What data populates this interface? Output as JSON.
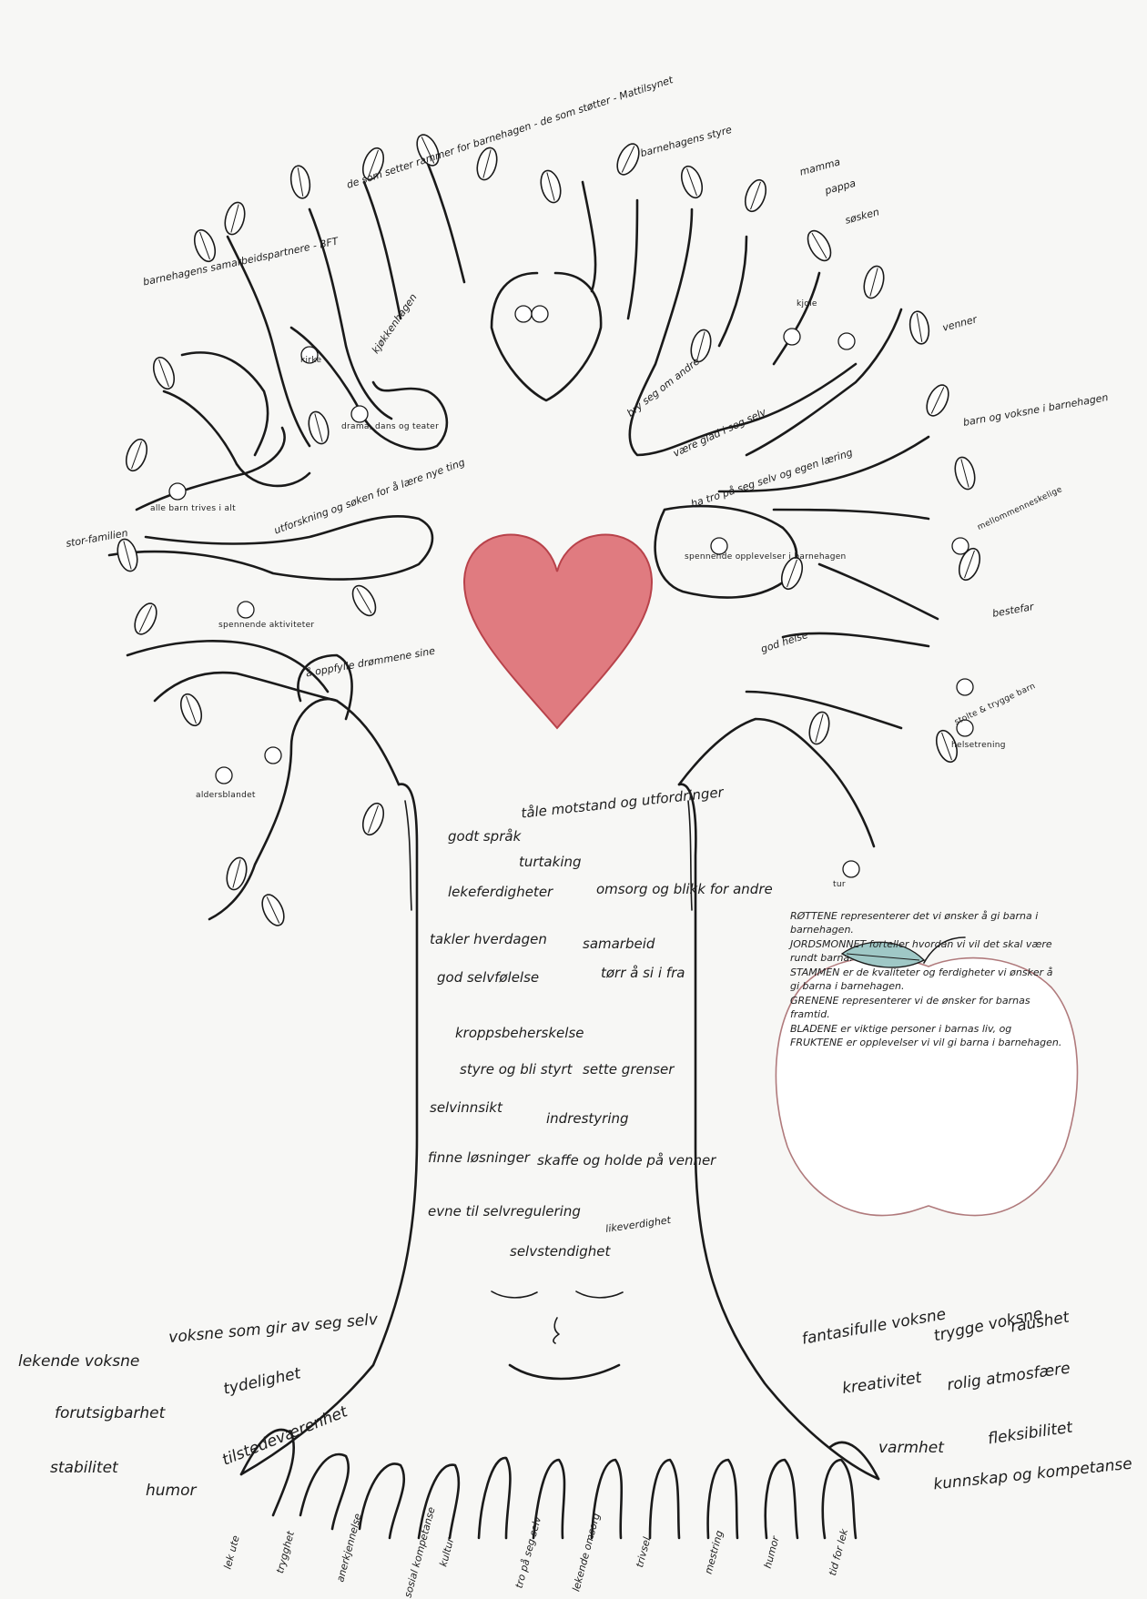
{
  "colors": {
    "ink": "#1a1a1a",
    "heart_fill": "#e07b80",
    "heart_stroke": "#b8424a",
    "apple_stroke": "#b07a7c",
    "apple_leaf": "#9fc8c6",
    "paper": "#f7f7f5"
  },
  "icons": [
    "tree-drawing",
    "heart-icon",
    "apple-icon",
    "face-icon"
  ],
  "crown_labels": {
    "top_left": "de som setter rammer for barnehagen - de som støtter - Mattilsynet",
    "barnehagens_samarbeid": "barnehagens samarbeidspartnere - BFT",
    "kirke": "kirke",
    "kjokkenhagen": "kjøkkenhagen",
    "dramapikk": "drama, dans og teater",
    "utforskning": "utforskning og søken for å lære nye ting",
    "alle_barn": "alle barn trives i alt",
    "storfamilien": "stor-familien",
    "spennende": "spennende aktiviteter",
    "oppfylt": "å oppfylle drømmene sine",
    "aldersblandet": "aldersblandet",
    "barnehagens_styre": "barnehagens styre",
    "mamma": "mamma",
    "pappa": "pappa",
    "soskken": "søsken",
    "brys": "bry seg om andre",
    "vaere_glad": "være glad i seg selv",
    "venner": "venner",
    "barn_voksne": "barn og voksne i barnehagen",
    "ha_tro": "ha tro på seg selv og egen læring",
    "mellom": "mellommenneskelige",
    "bestefar": "bestefar",
    "spennende_opplevelser": "spennende opplevelser i barnehagen",
    "god_helse": "god helse",
    "stolte": "stolte & trygge barn",
    "fiskebut": "helsetrening",
    "tur": "tur",
    "kjole": "kjole"
  },
  "trunk_labels": [
    "tåle motstand og utfordringer",
    "godt språk",
    "turtaking",
    "lekeferdigheter",
    "omsorg og blikk for andre",
    "takler hverdagen",
    "samarbeid",
    "god selvfølelse",
    "tørr å si i fra",
    "kroppsbeherskelse",
    "styre og bli styrt",
    "sette grenser",
    "selvinnsikt",
    "indrestyring",
    "finne løsninger",
    "skaffe og holde på venner",
    "evne til selvregulering",
    "selvstendighet",
    "likeverdighet"
  ],
  "ground_left": [
    "lekende voksne",
    "voksne som gir av seg selv",
    "forutsigbarhet",
    "tydelighet",
    "stabilitet",
    "humor",
    "tilstedeværenhet"
  ],
  "ground_right": [
    "fantasifulle voksne",
    "trygge voksne",
    "raushet",
    "kreativitet",
    "rolig atmosfære",
    "varmhet",
    "fleksibilitet",
    "kunnskap og kompetanse"
  ],
  "root_labels": [
    "lek ute",
    "trygghet",
    "anerkjennelse",
    "sosial kompetanse",
    "kultur",
    "tro på seg selv",
    "lekende omsorg",
    "trivsel",
    "mestring",
    "humor",
    "tid for lek"
  ],
  "legend": {
    "line1": "RØTTENE representerer det vi ønsker å gi barna i barnehagen.",
    "line2": "JORDSMONNET forteller hvordan vi vil det skal være rundt barna.",
    "line3": "STAMMEN er de kvaliteter og ferdigheter vi ønsker å gi barna i barnehagen.",
    "line4": "GRENENE representerer vi de ønsker for barnas framtid.",
    "line5": "BLADENE er viktige personer i barnas liv, og FRUKTENE er opplevelser vi vil gi barna i barnehagen."
  }
}
